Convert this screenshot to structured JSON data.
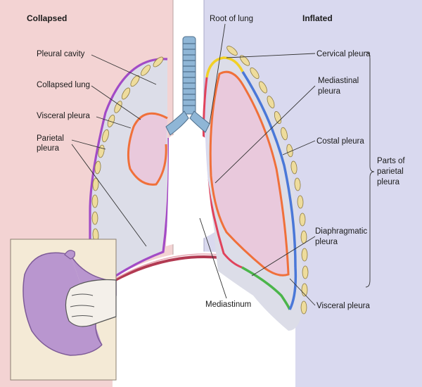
{
  "panels": {
    "left_title": "Collapsed",
    "right_title": "Inflated"
  },
  "labels": {
    "root_of_lung": "Root of lung",
    "pleural_cavity": "Pleural cavity",
    "collapsed_lung": "Collapsed lung",
    "visceral_pleura_left": "Visceral pleura",
    "parietal_pleura_line1": "Parietal",
    "parietal_pleura_line2": "pleura",
    "cervical_pleura": "Cervical pleura",
    "mediastinal_pleura_line1": "Mediastinal",
    "mediastinal_pleura_line2": "pleura",
    "costal_pleura": "Costal pleura",
    "parts_line1": "Parts of",
    "parts_line2": "parietal",
    "parts_line3": "pleura",
    "diaphragmatic_line1": "Diaphragmatic",
    "diaphragmatic_line2": "pleura",
    "mediastinum": "Mediastinum",
    "visceral_pleura_right": "Visceral pleura"
  },
  "colors": {
    "left_bg": "#f3d3d3",
    "right_bg": "#d9d9ef",
    "cavity_fill": "#dcdde8",
    "lung_fill": "#e9c9dc",
    "parietal_purple": "#a24bc6",
    "visceral_orange": "#f0703a",
    "mediastinal_red": "#e0435c",
    "cervical_yellow": "#f2d024",
    "costal_blue": "#4a78d8",
    "diaphragm_green": "#4bb54a",
    "diaphragm_muscle": "#b23a52",
    "rib": "#eedc9c",
    "trachea": "#8fb6d6"
  }
}
